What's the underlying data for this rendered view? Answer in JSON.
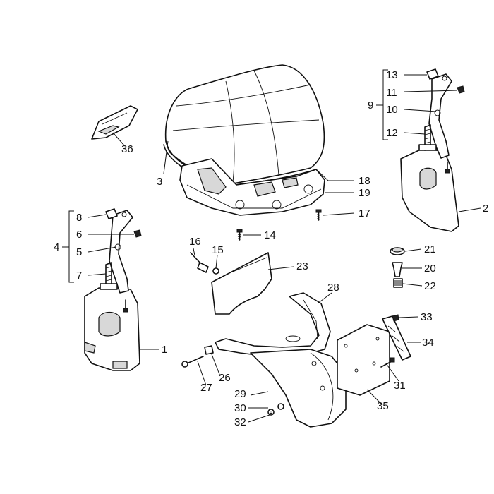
{
  "callouts": {
    "c1": "1",
    "c2": "2",
    "c3": "3",
    "c4": "4",
    "c5": "5",
    "c6": "6",
    "c7": "7",
    "c8": "8",
    "c9": "9",
    "c10": "10",
    "c11": "11",
    "c12": "12",
    "c13": "13",
    "c14": "14",
    "c15": "15",
    "c16": "16",
    "c17": "17",
    "c18": "18",
    "c19": "19",
    "c20": "20",
    "c21": "21",
    "c22": "22",
    "c23": "23",
    "c26": "26",
    "c27": "27",
    "c28": "28",
    "c29": "29",
    "c30": "30",
    "c31": "31",
    "c32": "32",
    "c33": "33",
    "c34": "34",
    "c35": "35",
    "c36": "36"
  }
}
